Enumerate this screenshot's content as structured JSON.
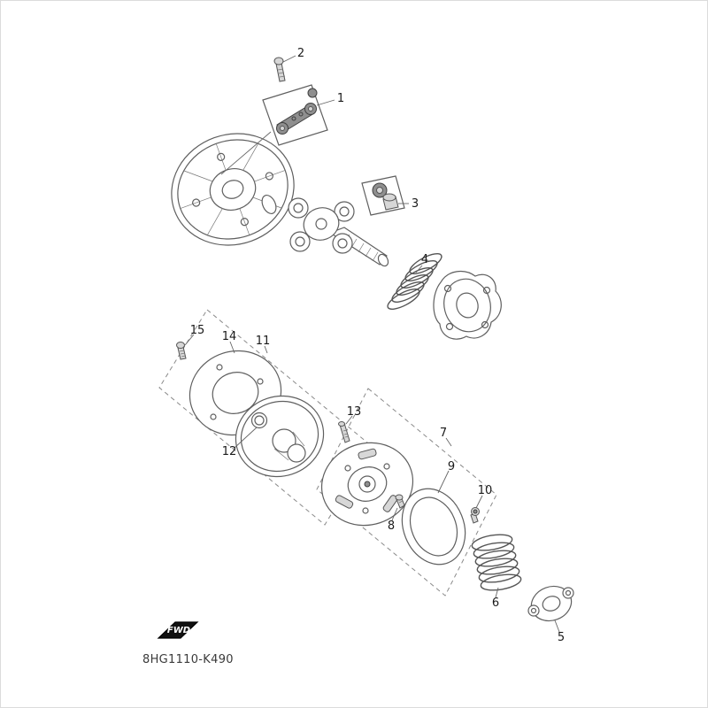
{
  "diagram": {
    "drawing_code": "8HG1110-K490",
    "fwd_label": "FWD"
  },
  "callouts": [
    {
      "id": 1,
      "label": "1"
    },
    {
      "id": 2,
      "label": "2"
    },
    {
      "id": 3,
      "label": "3"
    },
    {
      "id": 4,
      "label": "4"
    },
    {
      "id": 5,
      "label": "5"
    },
    {
      "id": 6,
      "label": "6"
    },
    {
      "id": 7,
      "label": "7"
    },
    {
      "id": 8,
      "label": "8"
    },
    {
      "id": 9,
      "label": "9"
    },
    {
      "id": 10,
      "label": "10"
    },
    {
      "id": 11,
      "label": "11"
    },
    {
      "id": 12,
      "label": "12"
    },
    {
      "id": 13,
      "label": "13"
    },
    {
      "id": 14,
      "label": "14"
    },
    {
      "id": 15,
      "label": "15"
    }
  ]
}
